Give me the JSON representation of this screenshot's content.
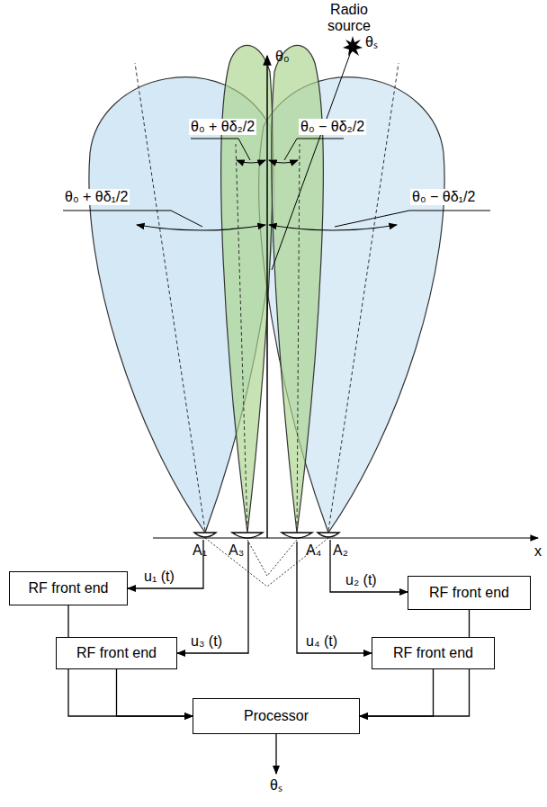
{
  "diagram": {
    "nodes": [
      {
        "text": [
          "RF front end"
        ]
      },
      {
        "text": [
          "RF front end"
        ]
      },
      {
        "text": [
          "RF front end"
        ]
      },
      {
        "text": [
          "RF front end"
        ]
      },
      {
        "text": [
          "Processor"
        ]
      }
    ],
    "edges": [
      {
        "from": 0,
        "to": 4,
        "arrow": "to"
      },
      {
        "from": 1,
        "to": 4,
        "arrow": "to"
      },
      {
        "from": 2,
        "to": 4,
        "arrow": "to"
      },
      {
        "from": 3,
        "to": 4,
        "arrow": "to"
      }
    ],
    "labels": [
      "Radio source",
      "θₛ",
      "θ₀",
      "θ₀ + θδ₂/2",
      "θ₀ − θδ₂/2",
      "θ₀ + θδ₁/2",
      "θ₀ − θδ₁/2",
      "A₁",
      "A₃",
      "A₄",
      "A₂",
      "x",
      "u₁ (t)",
      "u₂ (t)",
      "u₃ (t)",
      "u₄ (t)",
      "θₛ"
    ]
  }
}
